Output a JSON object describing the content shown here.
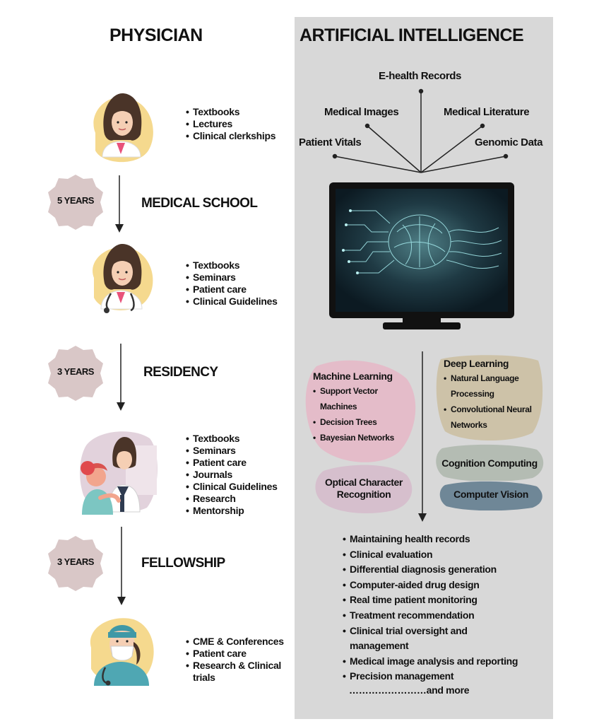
{
  "physician": {
    "heading": "PHYSICIAN",
    "stage1": {
      "resources": [
        "Textbooks",
        "Lectures",
        "Clinical clerkships"
      ]
    },
    "medical_school": {
      "duration": "5 YEARS",
      "title": "MEDICAL SCHOOL"
    },
    "stage2": {
      "resources": [
        "Textbooks",
        "Seminars",
        "Patient care",
        "Clinical Guidelines"
      ]
    },
    "residency": {
      "duration": "3 YEARS",
      "title": "RESIDENCY"
    },
    "stage3": {
      "resources": [
        "Textbooks",
        "Seminars",
        "Patient care",
        "Journals",
        "Clinical Guidelines",
        "Research",
        "Mentorship"
      ]
    },
    "fellowship": {
      "duration": "3 YEARS",
      "title": "FELLOWSHIP"
    },
    "stage4": {
      "resources": [
        "CME & Conferences",
        "Patient care",
        "Research & Clinical trials"
      ]
    }
  },
  "ai": {
    "heading": "ARTIFICIAL INTELLIGENCE",
    "sources": {
      "ehr": "E-health Records",
      "images": "Medical Images",
      "literature": "Medical Literature",
      "vitals": "Patient Vitals",
      "genomic": "Genomic Data"
    },
    "machine_learning": {
      "title": "Machine Learning",
      "items": [
        "Support Vector Machines",
        "Decision Trees",
        "Bayesian Networks"
      ]
    },
    "deep_learning": {
      "title": "Deep Learning",
      "items": [
        "Natural Language Processing",
        "Convolutional Neural Networks"
      ]
    },
    "ocr": "Optical Character Recognition",
    "cognition": "Cognition Computing",
    "vision": "Computer Vision",
    "uses": [
      "Maintaining health records",
      "Clinical evaluation",
      "Differential diagnosis generation",
      "Computer-aided drug design",
      "Real time patient monitoring",
      "Treatment recommendation",
      "Clinical trial oversight and management",
      "Medical image analysis and reporting",
      "Precision management"
    ],
    "more": "……………………and more"
  },
  "colors": {
    "panel": "#d8d8d8",
    "badge": "#d9c7c7",
    "ml_blob": "#e4bcc9",
    "dl_blob": "#cdc2a8",
    "ocr_blob": "#d6bfcd",
    "cognition_blob": "#b4bcb3",
    "vision_blob": "#6f8797",
    "yellow_wash": "#f3d27a"
  }
}
